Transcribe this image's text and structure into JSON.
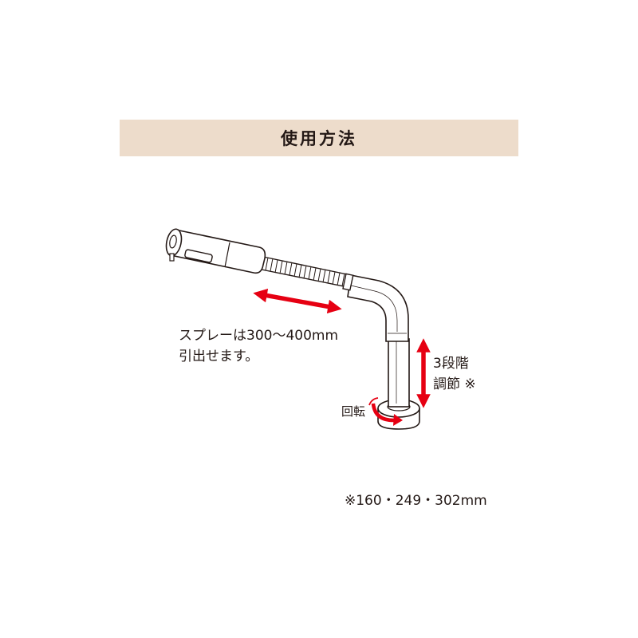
{
  "header": {
    "title": "使用方法"
  },
  "annotations": {
    "spray_line1": "スプレーは300〜400mm",
    "spray_line2": "引出せます。",
    "height_line1": "3段階",
    "height_line2": "調節 ※",
    "rotate": "回転"
  },
  "footnote": "※160・249・302mm",
  "colors": {
    "banner": "#eddccb",
    "arrow": "#e60012",
    "line": "#231815"
  }
}
